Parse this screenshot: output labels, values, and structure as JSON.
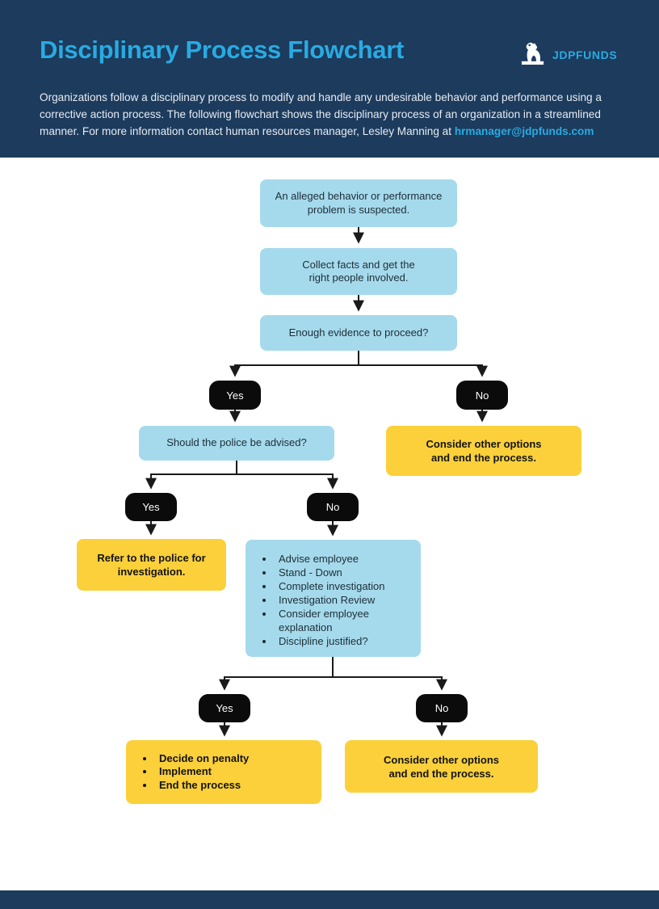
{
  "header": {
    "title": "Disciplinary Process Flowchart",
    "description_lead": "Organizations follow a disciplinary process to modify and handle any undesirable behavior and performance using a corrective action process. The following flowchart shows the disciplinary process of an organization in a streamlined manner. For more information contact human resources manager, Lesley Manning at ",
    "contact_email": "hrmanager@jdpfunds.com",
    "logo": {
      "brand": "JDPFUNDS",
      "icon": "gorilla-statue-icon"
    }
  },
  "flowchart": {
    "nodes": {
      "start": "An alleged behavior or performance problem is suspected.",
      "collect_facts": "Collect facts and get the right people involved.",
      "enough_evidence": "Enough evidence to proceed?",
      "police_advised": "Should the police be advised?",
      "consider_other_options": "Consider other options and end the process.",
      "refer_police": "Refer to the police for investigation.",
      "investigation_steps": [
        "Advise employee",
        "Stand - Down",
        "Complete investigation",
        "Investigation Review",
        "Consider employee explanation",
        "Discipline justified?"
      ],
      "penalty_steps": [
        "Decide on penalty",
        "Implement",
        "End the process"
      ]
    },
    "decision_labels": {
      "yes": "Yes",
      "no": "No"
    }
  },
  "colors": {
    "header_navy": "#1C3B5D",
    "accent_blue": "#29ABE2",
    "node_blue": "#A5DAEC",
    "node_yellow": "#FBD03A",
    "node_black": "#0B0B0B",
    "connector": "#1A1A1A"
  }
}
